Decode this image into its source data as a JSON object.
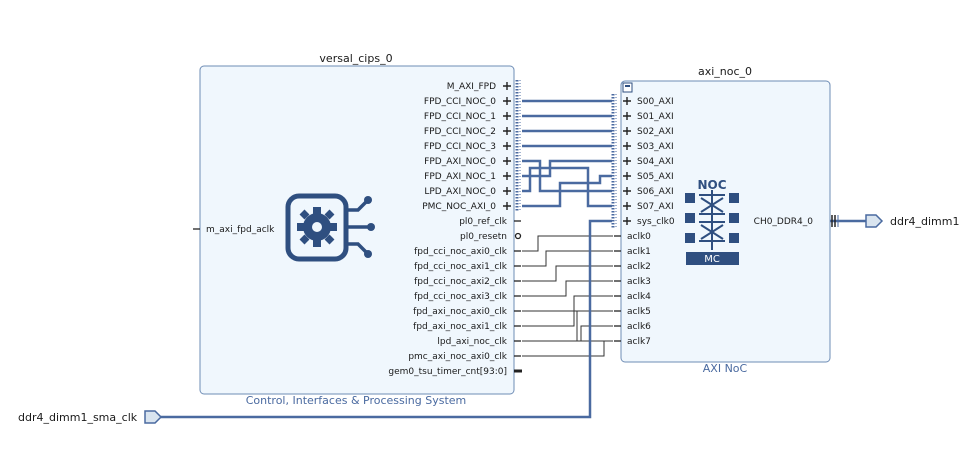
{
  "cips": {
    "instance_name": "versal_cips_0",
    "subtitle": "Control, Interfaces & Processing System",
    "left_pin": "m_axi_fpd_aclk",
    "right_bus_pins": [
      "M_AXI_FPD",
      "FPD_CCI_NOC_0",
      "FPD_CCI_NOC_1",
      "FPD_CCI_NOC_2",
      "FPD_CCI_NOC_3",
      "FPD_AXI_NOC_0",
      "FPD_AXI_NOC_1",
      "LPD_AXI_NOC_0",
      "PMC_NOC_AXI_0"
    ],
    "right_signal_pins": [
      "pl0_ref_clk",
      "pl0_resetn",
      "fpd_cci_noc_axi0_clk",
      "fpd_cci_noc_axi1_clk",
      "fpd_cci_noc_axi2_clk",
      "fpd_cci_noc_axi3_clk",
      "fpd_axi_noc_axi0_clk",
      "fpd_axi_noc_axi1_clk",
      "lpd_axi_noc_clk",
      "pmc_axi_noc_axi0_clk",
      "gem0_tsu_timer_cnt[93:0]"
    ]
  },
  "noc": {
    "instance_name": "axi_noc_0",
    "subtitle": "AXI NoC",
    "icon_top_label": "NOC",
    "icon_bottom_label": "MC",
    "left_bus_pins": [
      "S00_AXI",
      "S01_AXI",
      "S02_AXI",
      "S03_AXI",
      "S04_AXI",
      "S05_AXI",
      "S06_AXI",
      "S07_AXI"
    ],
    "left_signal_pins": [
      "sys_clk0",
      "aclk0",
      "aclk1",
      "aclk2",
      "aclk3",
      "aclk4",
      "aclk5",
      "aclk6",
      "aclk7"
    ],
    "right_pin": "CH0_DDR4_0"
  },
  "external_ports": {
    "ddr_out": "ddr4_dimm1",
    "clk_in": "ddr4_dimm1_sma_clk"
  },
  "colors": {
    "block_fill": "#f0f7fd",
    "block_border": "#6e8cb5",
    "bus": "#4a6aa0",
    "icon": "#2f4f80"
  }
}
